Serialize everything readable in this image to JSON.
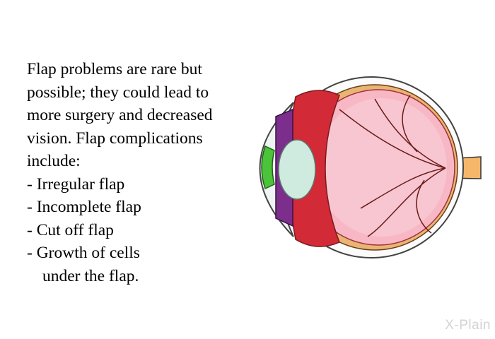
{
  "content": {
    "intro": "Flap problems are rare but possible; they could lead to more surgery and decreased vision. Flap complications include:",
    "items": [
      "- Irregular flap",
      "- Incomplete flap",
      "- Cut off flap",
      "- Growth of cells",
      "under the flap."
    ]
  },
  "brand": {
    "logo_text": "X-Plain"
  },
  "colors": {
    "sclera": "#fde8ec",
    "retina": "#f7a9b8",
    "choroid": "#d0303a",
    "iris": "#7a2f8c",
    "lens": "#cde9dc",
    "optic_nerve": "#f0a24a"
  }
}
